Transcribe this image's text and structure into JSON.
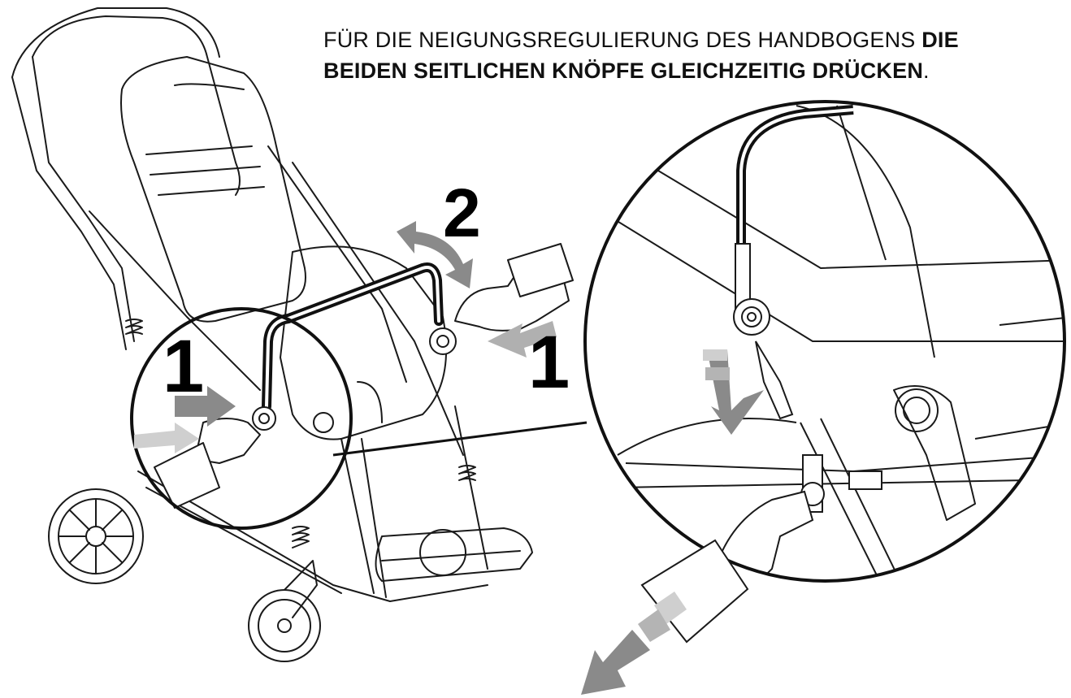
{
  "caption": {
    "normal": "FÜR DIE NEIGUNGSREGULIERUNG DES HANDBOGENS ",
    "bold_1": "DIE",
    "line2_bold": "BEIDEN SEITLICHEN KNÖPFE GLEICHZEITIG DRÜCKEN",
    "line2_end": "."
  },
  "steps": {
    "left_button": "1",
    "right_button": "1",
    "tilt": "2"
  },
  "colors": {
    "line": "#1a1a1a",
    "arrow_dark": "#8a8a8a",
    "arrow_light": "#cfcfcf",
    "handle_bar": "#111111"
  },
  "icons": [
    "stroller-illustration",
    "magnifier-circle-left",
    "magnifier-circle-right",
    "press-arrow",
    "tilt-double-arrow",
    "pull-arrow"
  ]
}
